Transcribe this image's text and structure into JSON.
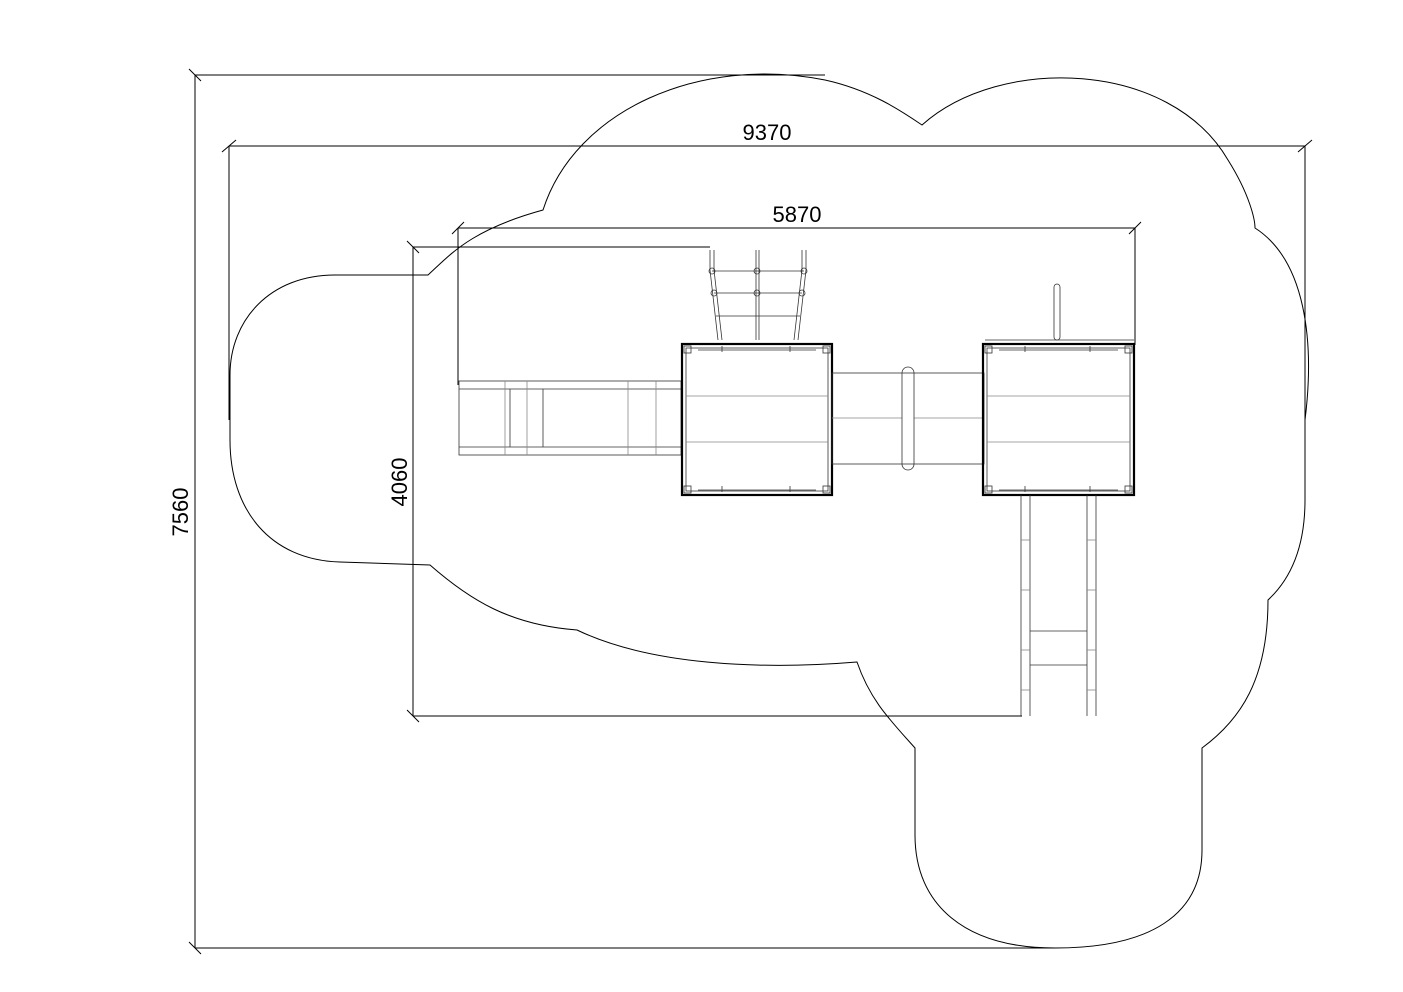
{
  "drawing": {
    "dimensions": {
      "overall_width": "9370",
      "overall_height": "7560",
      "inner_width": "5870",
      "inner_height": "4060"
    },
    "colors": {
      "line": "#000000",
      "background": "#ffffff"
    }
  }
}
